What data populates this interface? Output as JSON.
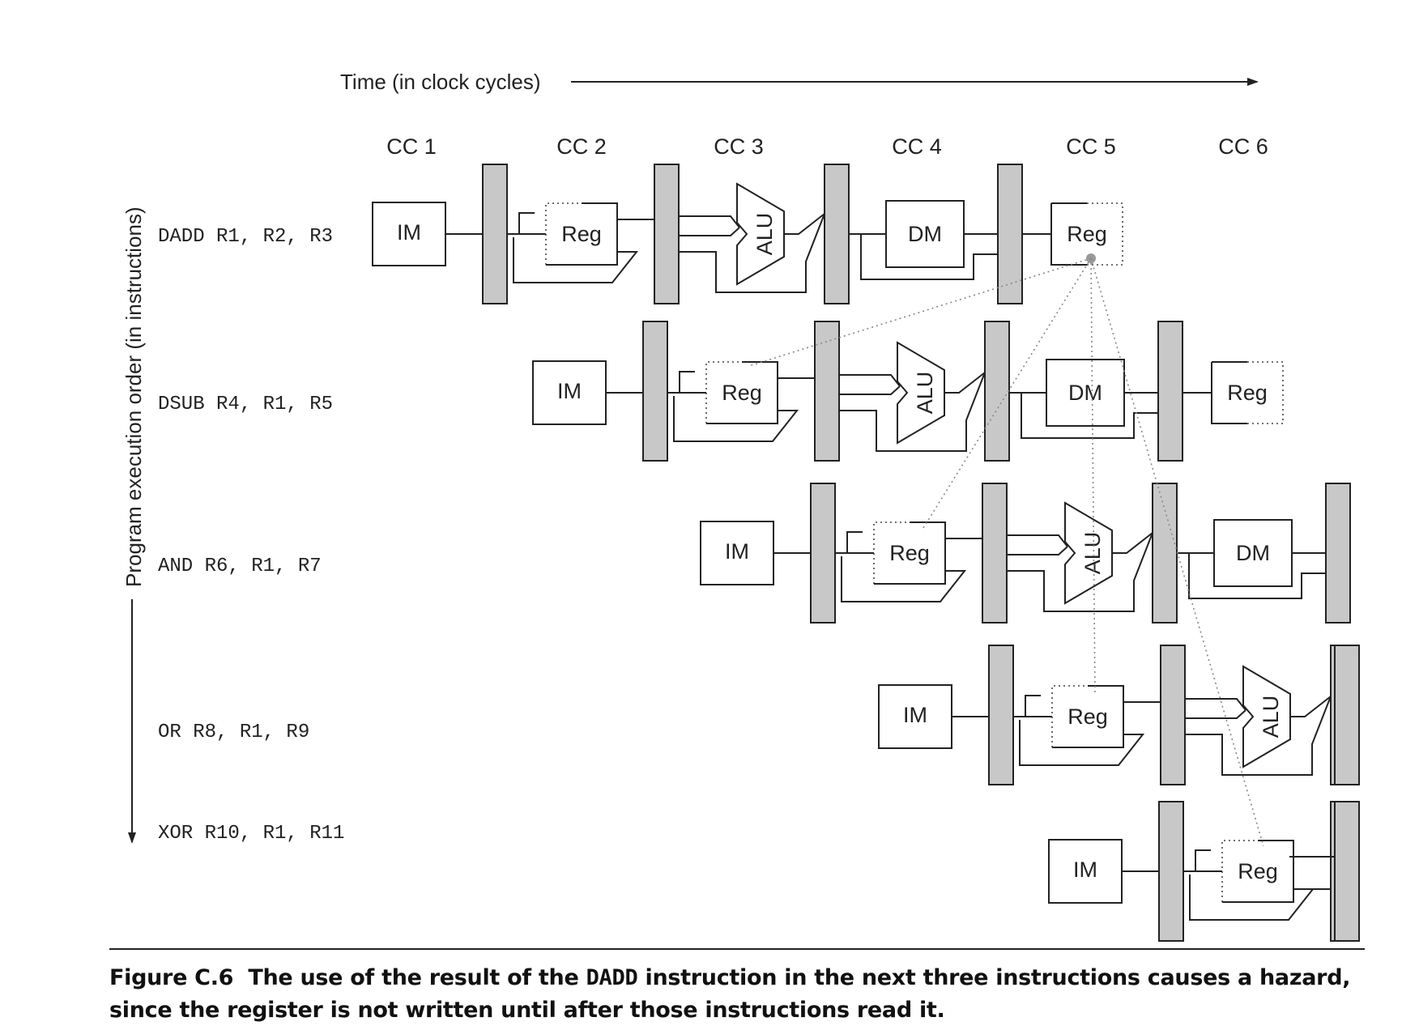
{
  "header": {
    "time_label": "Time (in clock cycles)",
    "order_label": "Program execution order (in instructions)"
  },
  "cycles": [
    "CC 1",
    "CC 2",
    "CC 3",
    "CC 4",
    "CC 5",
    "CC 6"
  ],
  "instructions": [
    "DADD R1, R2, R3",
    "DSUB R4, R1, R5",
    "AND R6, R1, R7",
    "OR R8, R1, R9",
    "XOR R10, R1, R11"
  ],
  "stages": {
    "im": "IM",
    "reg": "Reg",
    "alu": "ALU",
    "dm": "DM"
  },
  "caption": {
    "figure_label": "Figure C.6",
    "text_before": "The use of the result of the",
    "code": "DADD",
    "text_after": "instruction in the next three instructions causes a hazard, since the register is not written until after those instructions read it."
  },
  "colors": {
    "latch_fill": "#c8c8c8",
    "line": "#222222",
    "dependency_line": "#888888"
  }
}
